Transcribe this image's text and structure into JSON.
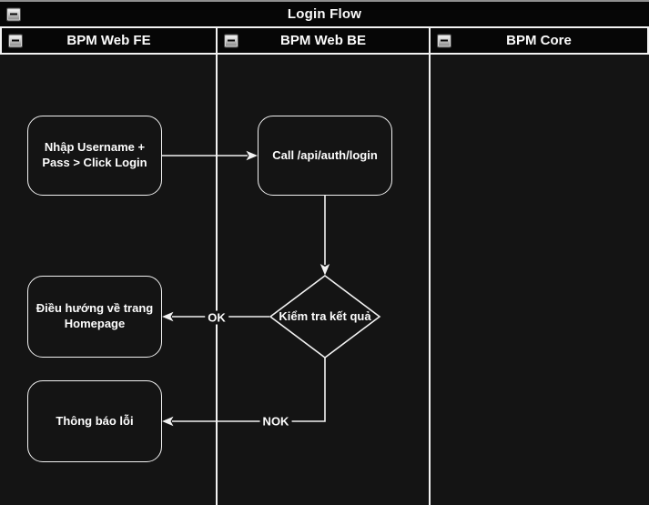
{
  "diagram": {
    "title": "Login Flow",
    "lanes": [
      {
        "label": "BPM Web FE"
      },
      {
        "label": "BPM Web BE"
      },
      {
        "label": "BPM Core"
      }
    ],
    "nodes": {
      "input_login": {
        "label": "Nhập Username + Pass > Click Login",
        "type": "rounded-rect",
        "lane": "BPM Web FE"
      },
      "call_api": {
        "label": "Call /api/auth/login",
        "type": "rounded-rect",
        "lane": "BPM Web BE"
      },
      "check_result": {
        "label": "Kiểm tra kết quả",
        "type": "decision-diamond",
        "lane": "BPM Web BE"
      },
      "go_homepage": {
        "label": "Điều hướng về trang Homepage",
        "type": "rounded-rect",
        "lane": "BPM Web FE"
      },
      "show_error": {
        "label": "Thông báo lỗi",
        "type": "rounded-rect",
        "lane": "BPM Web FE"
      }
    },
    "edges": [
      {
        "from": "input_login",
        "to": "call_api",
        "label": ""
      },
      {
        "from": "call_api",
        "to": "check_result",
        "label": ""
      },
      {
        "from": "check_result",
        "to": "go_homepage",
        "label": "OK"
      },
      {
        "from": "check_result",
        "to": "show_error",
        "label": "NOK"
      }
    ],
    "icons": {
      "collapse": "minus"
    },
    "colors": {
      "canvas_bg": "#141414",
      "header_bg": "#060606",
      "line": "#f2f2f2",
      "text": "#fdfdfd",
      "top_edge": "#8f8f8f"
    }
  }
}
